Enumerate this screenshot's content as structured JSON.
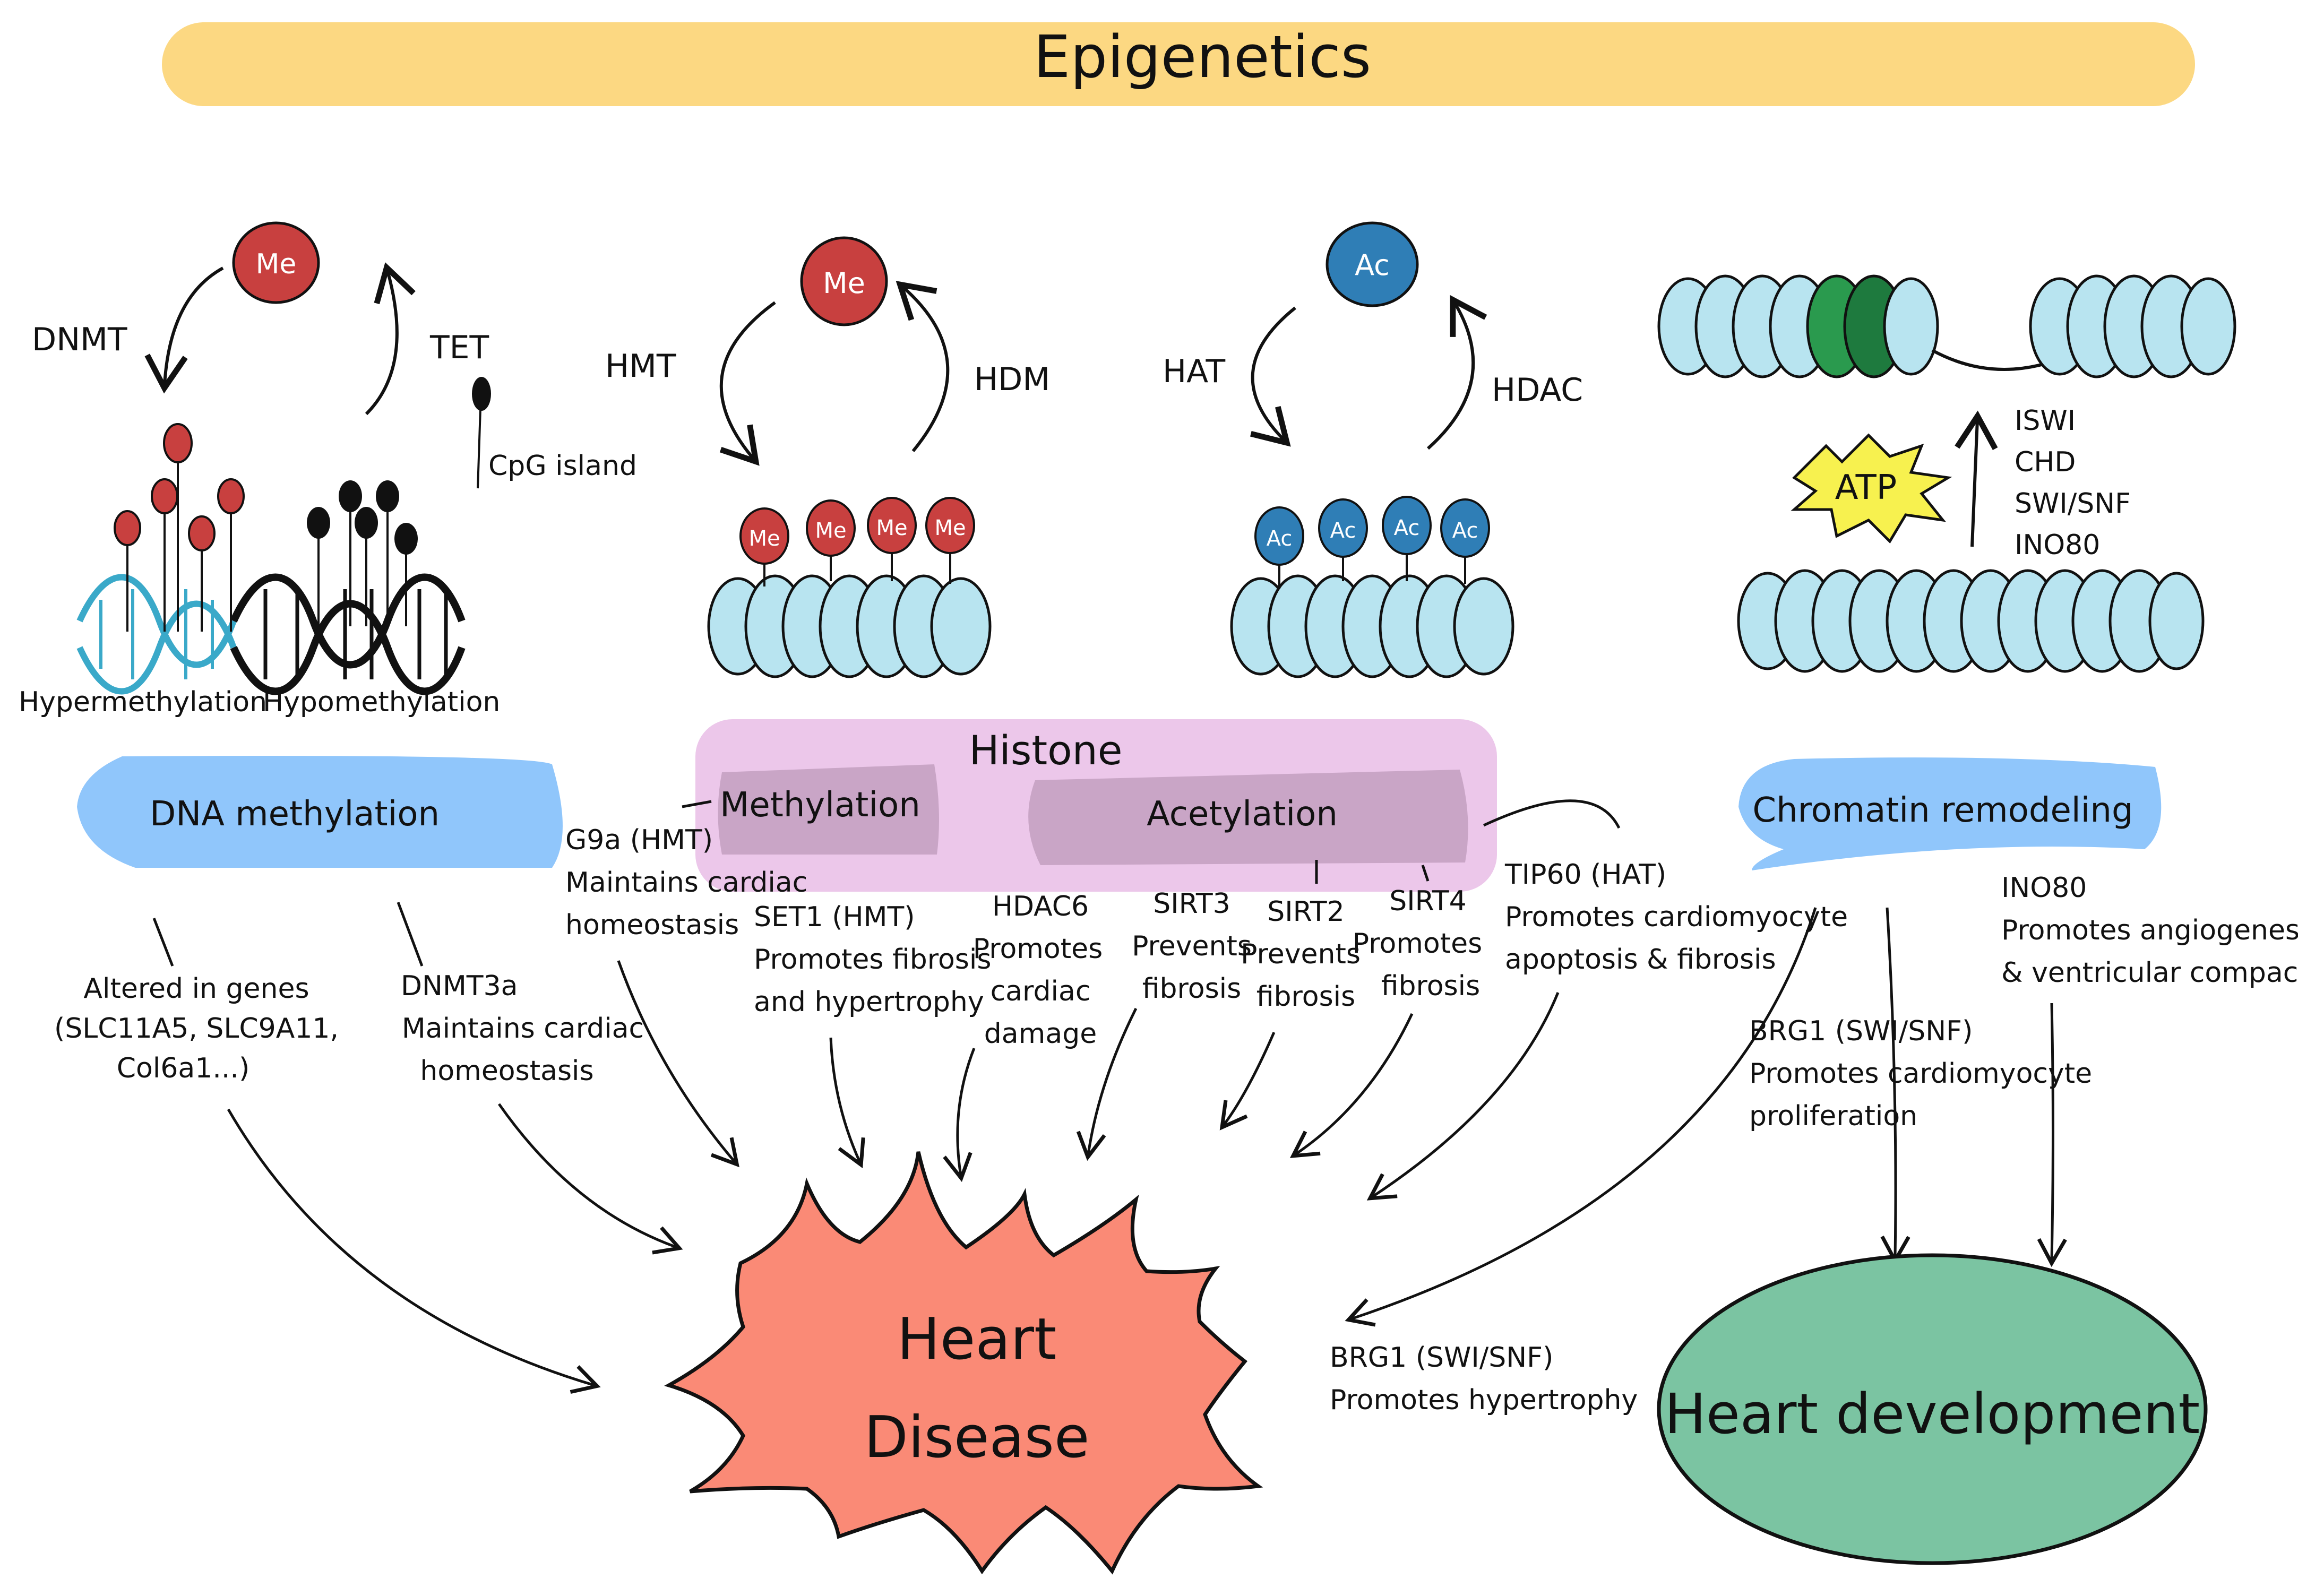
{
  "title": "Epigenetics",
  "dna": {
    "marker": "Me",
    "enzyme_add": "DNMT",
    "enzyme_remove": "TET",
    "cpg_label": "CpG island",
    "hyper_label": "Hypermethylation",
    "hypo_label": "Hypomethylation",
    "category": "DNA methylation",
    "effect1_lines": [
      "Altered in genes",
      "(SLC11A5, SLC9A11,",
      "Col6a1...)"
    ],
    "effect2_lines": [
      "DNMT3a",
      "Maintains cardiac",
      "homeostasis"
    ]
  },
  "histone_methylation": {
    "marker": "Me",
    "enzyme_add": "HMT",
    "enzyme_remove": "HDM"
  },
  "histone_acetylation": {
    "marker": "Ac",
    "enzyme_add": "HAT",
    "enzyme_remove": "HDAC"
  },
  "histone": {
    "title": "Histone",
    "methylation_label": "Methylation",
    "acetylation_label": "Acetylation",
    "effects": {
      "g9a": [
        "G9a (HMT)",
        "Maintains cardiac",
        "homeostasis"
      ],
      "set1": [
        "SET1 (HMT)",
        "Promotes fibrosis",
        "and hypertrophy"
      ],
      "hdac6": [
        "HDAC6",
        "Promotes",
        "cardiac",
        "damage"
      ],
      "sirt3": [
        "SIRT3",
        "Prevents",
        "fibrosis"
      ],
      "sirt2": [
        "SIRT2",
        "Prevents",
        "fibrosis"
      ],
      "sirt4": [
        "SIRT4",
        "Promotes",
        "fibrosis"
      ],
      "tip60": [
        "TIP60 (HAT)",
        "Promotes cardiomyocyte",
        "apoptosis & fibrosis"
      ]
    }
  },
  "chromatin": {
    "category": "Chromatin remodeling",
    "atp": "ATP",
    "complexes": [
      "ISWI",
      "CHD",
      "SWI/SNF",
      "INO80"
    ],
    "effects": {
      "ino80": [
        "INO80",
        "Promotes angiogenesis",
        "& ventricular compaction"
      ],
      "brg1_dev": [
        "BRG1 (SWI/SNF)",
        "Promotes cardiomyocyte",
        "proliferation"
      ],
      "brg1_dis": [
        "BRG1 (SWI/SNF)",
        "Promotes hypertrophy"
      ]
    }
  },
  "outcomes": {
    "disease_lines": [
      "Heart",
      "Disease"
    ],
    "development": "Heart development"
  },
  "colors": {
    "title_bar": "#fcd882",
    "category_blue": "#90c6fb",
    "histone_panel": "#ecc7ea",
    "histone_inner": "#c9a5c6",
    "methyl_red": "#c8403f",
    "acetyl_blue": "#2f7eb6",
    "nucleosome": "#b8e4f0",
    "disease_fill": "#fa8a76",
    "development_fill": "#7bc4a2",
    "atp_yellow": "#f7f14f",
    "remodel_green": "#2a9a4e",
    "dna_teal": "#3aa9c9"
  }
}
